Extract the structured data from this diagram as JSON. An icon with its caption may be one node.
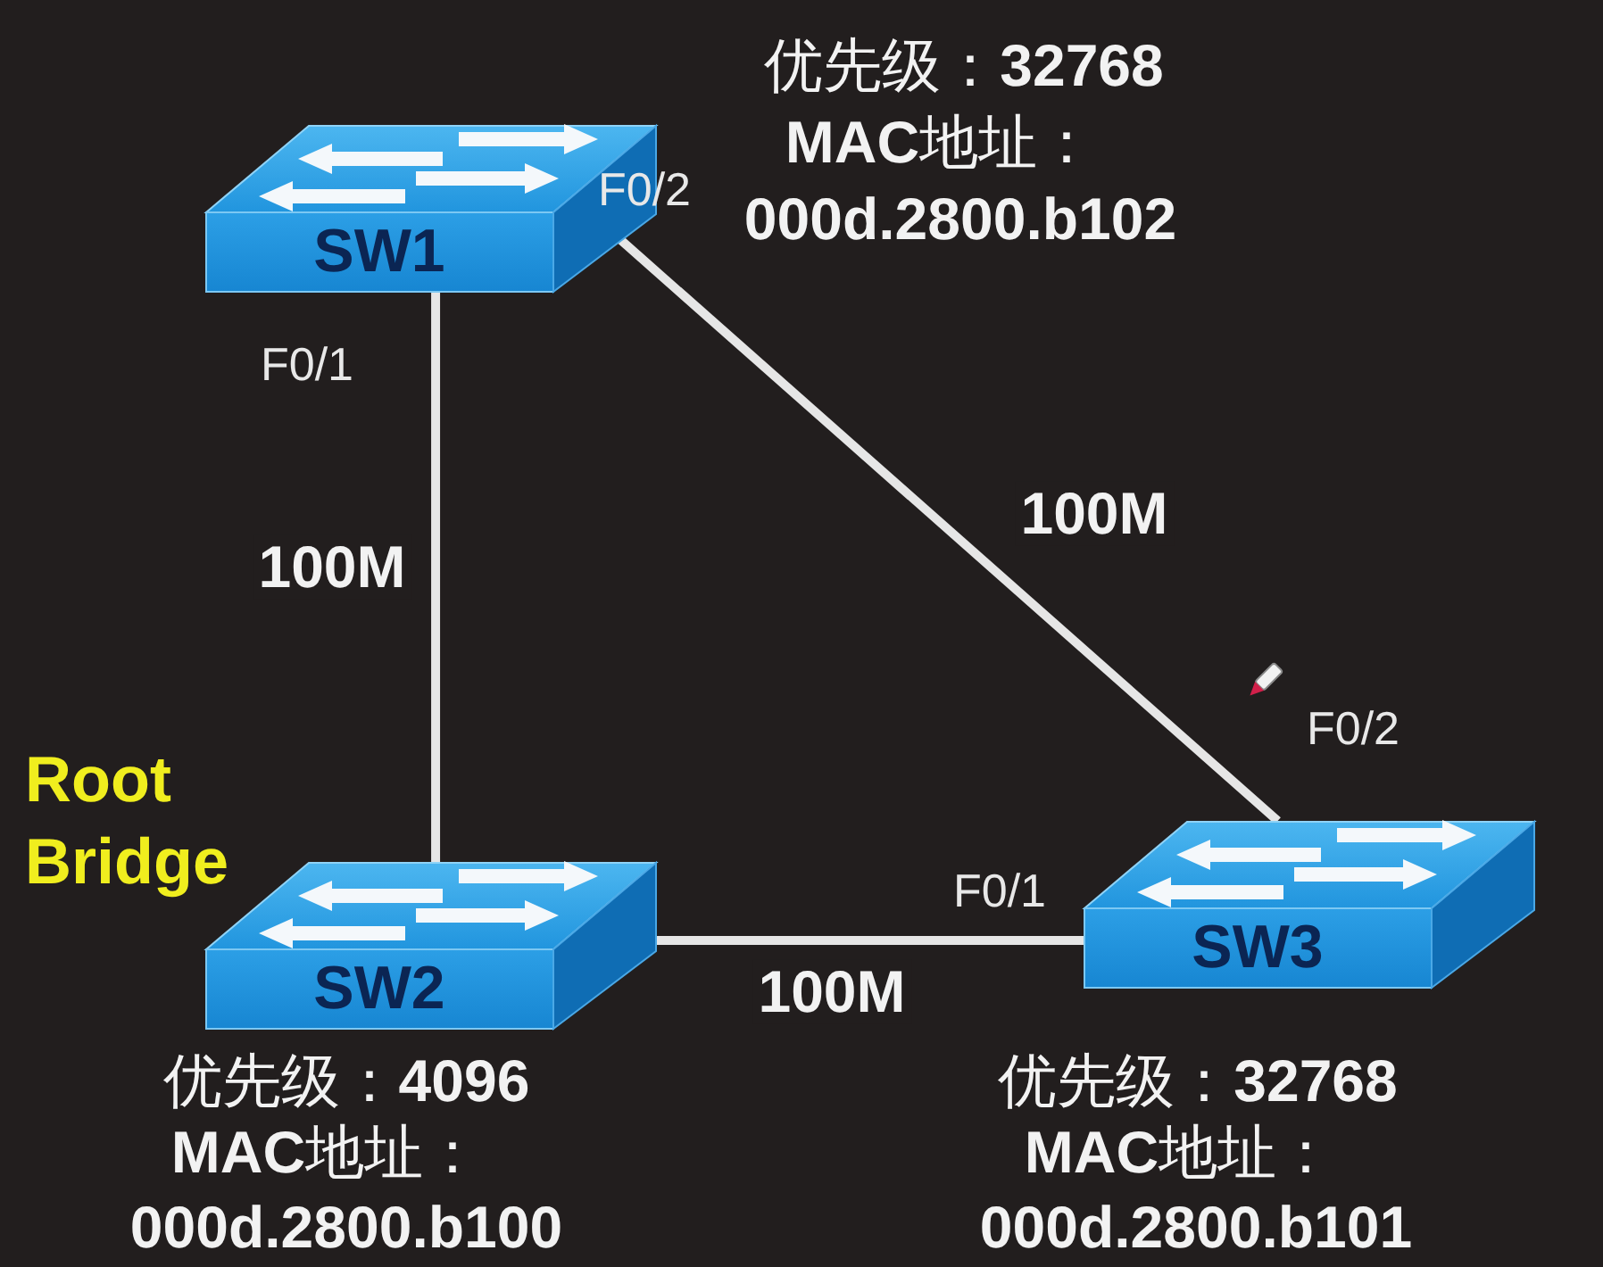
{
  "diagram": {
    "nodes": [
      {
        "text": [
          "SW1"
        ],
        "beside": [
          "优先级：**32768**",
          "**MAC**地址：",
          "000d.2800.b102"
        ]
      },
      {
        "text": [
          "SW2"
        ],
        "beside": [
          "Root Bridge",
          "优先级：**4096**",
          "**MAC**地址：",
          "000d.2800.b100"
        ]
      },
      {
        "text": [
          "SW3"
        ],
        "beside": [
          "优先级：**32768**",
          "**MAC**地址：",
          "000d.2800.b101"
        ]
      }
    ],
    "edges": [
      {
        "from": 0,
        "to": 1,
        "arrow": "none",
        "label": "100M"
      },
      {
        "from": 0,
        "to": 2,
        "arrow": "none",
        "label": "100M"
      },
      {
        "from": 1,
        "to": 2,
        "arrow": "none",
        "label": "100M"
      }
    ],
    "labels": [
      "F0/2",
      "F0/1",
      "F0/2",
      "F0/1"
    ]
  }
}
